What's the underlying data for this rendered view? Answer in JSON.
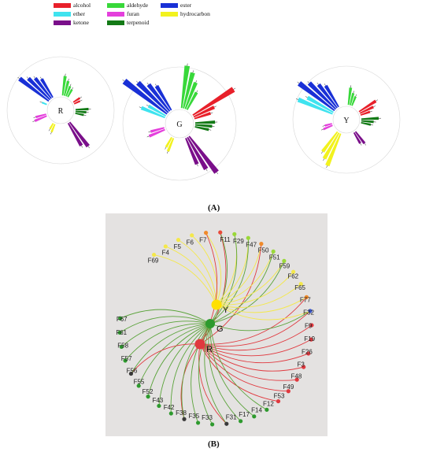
{
  "panel_labels": {
    "a": "(A)",
    "b": "(B)"
  },
  "legend": [
    {
      "label": "alcohol",
      "color": "#e8202a"
    },
    {
      "label": "ether",
      "color": "#3fe3ef"
    },
    {
      "label": "ketone",
      "color": "#7a0f8a"
    },
    {
      "label": "aldehyde",
      "color": "#38d83a"
    },
    {
      "label": "furan",
      "color": "#e43fdc"
    },
    {
      "label": "terpenoid",
      "color": "#137a16"
    },
    {
      "label": "ester",
      "color": "#1930d6"
    },
    {
      "label": "hydrocarbon",
      "color": "#f2f21e"
    }
  ],
  "chart_data": [
    {
      "type": "bar",
      "subtype": "circular",
      "panel": "A",
      "groups": [
        {
          "name": "R",
          "bars": [
            {
              "class": "ester",
              "value": 0.85
            },
            {
              "class": "ester",
              "value": 0.7
            },
            {
              "class": "ester",
              "value": 0.6
            },
            {
              "class": "ester",
              "value": 0.5
            },
            {
              "class": "aldehyde",
              "value": 0.45
            },
            {
              "class": "aldehyde",
              "value": 0.35
            },
            {
              "class": "aldehyde",
              "value": 0.25
            },
            {
              "class": "aldehyde",
              "value": 0.2
            },
            {
              "class": "alcohol",
              "value": 0.18
            },
            {
              "class": "alcohol",
              "value": 0.15
            },
            {
              "class": "terpenoid",
              "value": 0.3
            },
            {
              "class": "terpenoid",
              "value": 0.25
            },
            {
              "class": "terpenoid",
              "value": 0.2
            },
            {
              "class": "ketone",
              "value": 0.7
            },
            {
              "class": "ketone",
              "value": 0.6
            },
            {
              "class": "hydrocarbon",
              "value": 0.2
            },
            {
              "class": "hydrocarbon",
              "value": 0.15
            },
            {
              "class": "furan",
              "value": 0.3
            },
            {
              "class": "furan",
              "value": 0.25
            },
            {
              "class": "ether",
              "value": 0.12
            }
          ]
        },
        {
          "name": "G",
          "bars": [
            {
              "class": "ester",
              "value": 0.95
            },
            {
              "class": "ester",
              "value": 0.75
            },
            {
              "class": "ester",
              "value": 0.6
            },
            {
              "class": "ester",
              "value": 0.5
            },
            {
              "class": "aldehyde",
              "value": 0.75
            },
            {
              "class": "aldehyde",
              "value": 0.65
            },
            {
              "class": "aldehyde",
              "value": 0.5
            },
            {
              "class": "aldehyde",
              "value": 0.35
            },
            {
              "class": "alcohol",
              "value": 0.85
            },
            {
              "class": "alcohol",
              "value": 0.4
            },
            {
              "class": "alcohol",
              "value": 0.3
            },
            {
              "class": "terpenoid",
              "value": 0.35
            },
            {
              "class": "terpenoid",
              "value": 0.3
            },
            {
              "class": "terpenoid",
              "value": 0.25
            },
            {
              "class": "ketone",
              "value": 0.8
            },
            {
              "class": "ketone",
              "value": 0.65
            },
            {
              "class": "ketone",
              "value": 0.5
            },
            {
              "class": "hydrocarbon",
              "value": 0.25
            },
            {
              "class": "hydrocarbon",
              "value": 0.2
            },
            {
              "class": "furan",
              "value": 0.3
            },
            {
              "class": "furan",
              "value": 0.25
            },
            {
              "class": "ether",
              "value": 0.45
            },
            {
              "class": "ether",
              "value": 0.35
            }
          ]
        },
        {
          "name": "Y",
          "bars": [
            {
              "class": "ester",
              "value": 0.9
            },
            {
              "class": "ester",
              "value": 0.75
            },
            {
              "class": "ester",
              "value": 0.6
            },
            {
              "class": "ester",
              "value": 0.5
            },
            {
              "class": "aldehyde",
              "value": 0.35
            },
            {
              "class": "aldehyde",
              "value": 0.25
            },
            {
              "class": "aldehyde",
              "value": 0.2
            },
            {
              "class": "alcohol",
              "value": 0.4
            },
            {
              "class": "alcohol",
              "value": 0.3
            },
            {
              "class": "alcohol",
              "value": 0.2
            },
            {
              "class": "terpenoid",
              "value": 0.35
            },
            {
              "class": "terpenoid",
              "value": 0.25
            },
            {
              "class": "terpenoid",
              "value": 0.2
            },
            {
              "class": "ketone",
              "value": 0.3
            },
            {
              "class": "ketone",
              "value": 0.25
            },
            {
              "class": "hydrocarbon",
              "value": 0.7
            },
            {
              "class": "hydrocarbon",
              "value": 0.6
            },
            {
              "class": "hydrocarbon",
              "value": 0.5
            },
            {
              "class": "furan",
              "value": 0.2
            },
            {
              "class": "furan",
              "value": 0.15
            },
            {
              "class": "ether",
              "value": 0.75
            },
            {
              "class": "ether",
              "value": 0.6
            }
          ]
        }
      ]
    },
    {
      "type": "network",
      "panel": "B",
      "hubs": [
        {
          "label": "Y",
          "color": "#ffe000"
        },
        {
          "label": "G",
          "color": "#2e9a2e"
        },
        {
          "label": "R",
          "color": "#e0383e"
        }
      ],
      "nodes": [
        {
          "label": "F69",
          "color": "#f4e84a",
          "links": [
            "Y"
          ]
        },
        {
          "label": "F4",
          "color": "#f4e84a",
          "links": [
            "Y"
          ]
        },
        {
          "label": "F5",
          "color": "#f4e84a",
          "links": [
            "Y"
          ]
        },
        {
          "label": "F6",
          "color": "#f4e84a",
          "links": [
            "Y"
          ]
        },
        {
          "label": "F7",
          "color": "#f08a2a",
          "links": [
            "Y",
            "R"
          ]
        },
        {
          "label": "F11",
          "color": "#e84a3a",
          "links": [
            "R",
            "G"
          ]
        },
        {
          "label": "F29",
          "color": "#9ad838",
          "links": [
            "Y",
            "G"
          ]
        },
        {
          "label": "F47",
          "color": "#9ad838",
          "links": [
            "Y",
            "G"
          ]
        },
        {
          "label": "F50",
          "color": "#f08a2a",
          "links": [
            "Y",
            "R"
          ]
        },
        {
          "label": "F51",
          "color": "#9ad838",
          "links": [
            "Y",
            "G"
          ]
        },
        {
          "label": "F59",
          "color": "#9ad838",
          "links": [
            "Y",
            "G"
          ]
        },
        {
          "label": "F62",
          "color": "#f4e84a",
          "links": [
            "Y"
          ]
        },
        {
          "label": "F65",
          "color": "#f4e84a",
          "links": [
            "Y"
          ]
        },
        {
          "label": "F77",
          "color": "#f08a2a",
          "links": [
            "Y",
            "R"
          ]
        },
        {
          "label": "F32",
          "color": "#3a5ad8",
          "links": [
            "R",
            "G",
            "Y"
          ]
        },
        {
          "label": "F9",
          "color": "#e0383e",
          "links": [
            "R"
          ]
        },
        {
          "label": "F19",
          "color": "#e0383e",
          "links": [
            "R"
          ]
        },
        {
          "label": "F26",
          "color": "#e0383e",
          "links": [
            "R"
          ]
        },
        {
          "label": "F3",
          "color": "#e0383e",
          "links": [
            "R"
          ]
        },
        {
          "label": "F48",
          "color": "#e0383e",
          "links": [
            "R"
          ]
        },
        {
          "label": "F49",
          "color": "#e0383e",
          "links": [
            "R"
          ]
        },
        {
          "label": "F53",
          "color": "#e0383e",
          "links": [
            "R"
          ]
        },
        {
          "label": "F12",
          "color": "#2e9a2e",
          "links": [
            "G"
          ]
        },
        {
          "label": "F14",
          "color": "#2e9a2e",
          "links": [
            "G"
          ]
        },
        {
          "label": "F17",
          "color": "#2e9a2e",
          "links": [
            "G"
          ]
        },
        {
          "label": "F31",
          "color": "#3a3a3a",
          "links": [
            "R",
            "G"
          ]
        },
        {
          "label": "F33",
          "color": "#2e9a2e",
          "links": [
            "G"
          ]
        },
        {
          "label": "F35",
          "color": "#2e9a2e",
          "links": [
            "G"
          ]
        },
        {
          "label": "F38",
          "color": "#3a3a3a",
          "links": [
            "R",
            "G"
          ]
        },
        {
          "label": "F42",
          "color": "#2e9a2e",
          "links": [
            "G"
          ]
        },
        {
          "label": "F43",
          "color": "#2e9a2e",
          "links": [
            "G"
          ]
        },
        {
          "label": "F52",
          "color": "#2e9a2e",
          "links": [
            "G"
          ]
        },
        {
          "label": "F55",
          "color": "#2e9a2e",
          "links": [
            "G"
          ]
        },
        {
          "label": "F56",
          "color": "#3a3a3a",
          "links": [
            "R",
            "G"
          ]
        },
        {
          "label": "F57",
          "color": "#2e9a2e",
          "links": [
            "G"
          ]
        },
        {
          "label": "F58",
          "color": "#2e9a2e",
          "links": [
            "G"
          ]
        },
        {
          "label": "F61",
          "color": "#2e9a2e",
          "links": [
            "G"
          ]
        },
        {
          "label": "F67",
          "color": "#2e9a2e",
          "links": [
            "G"
          ]
        }
      ]
    }
  ]
}
